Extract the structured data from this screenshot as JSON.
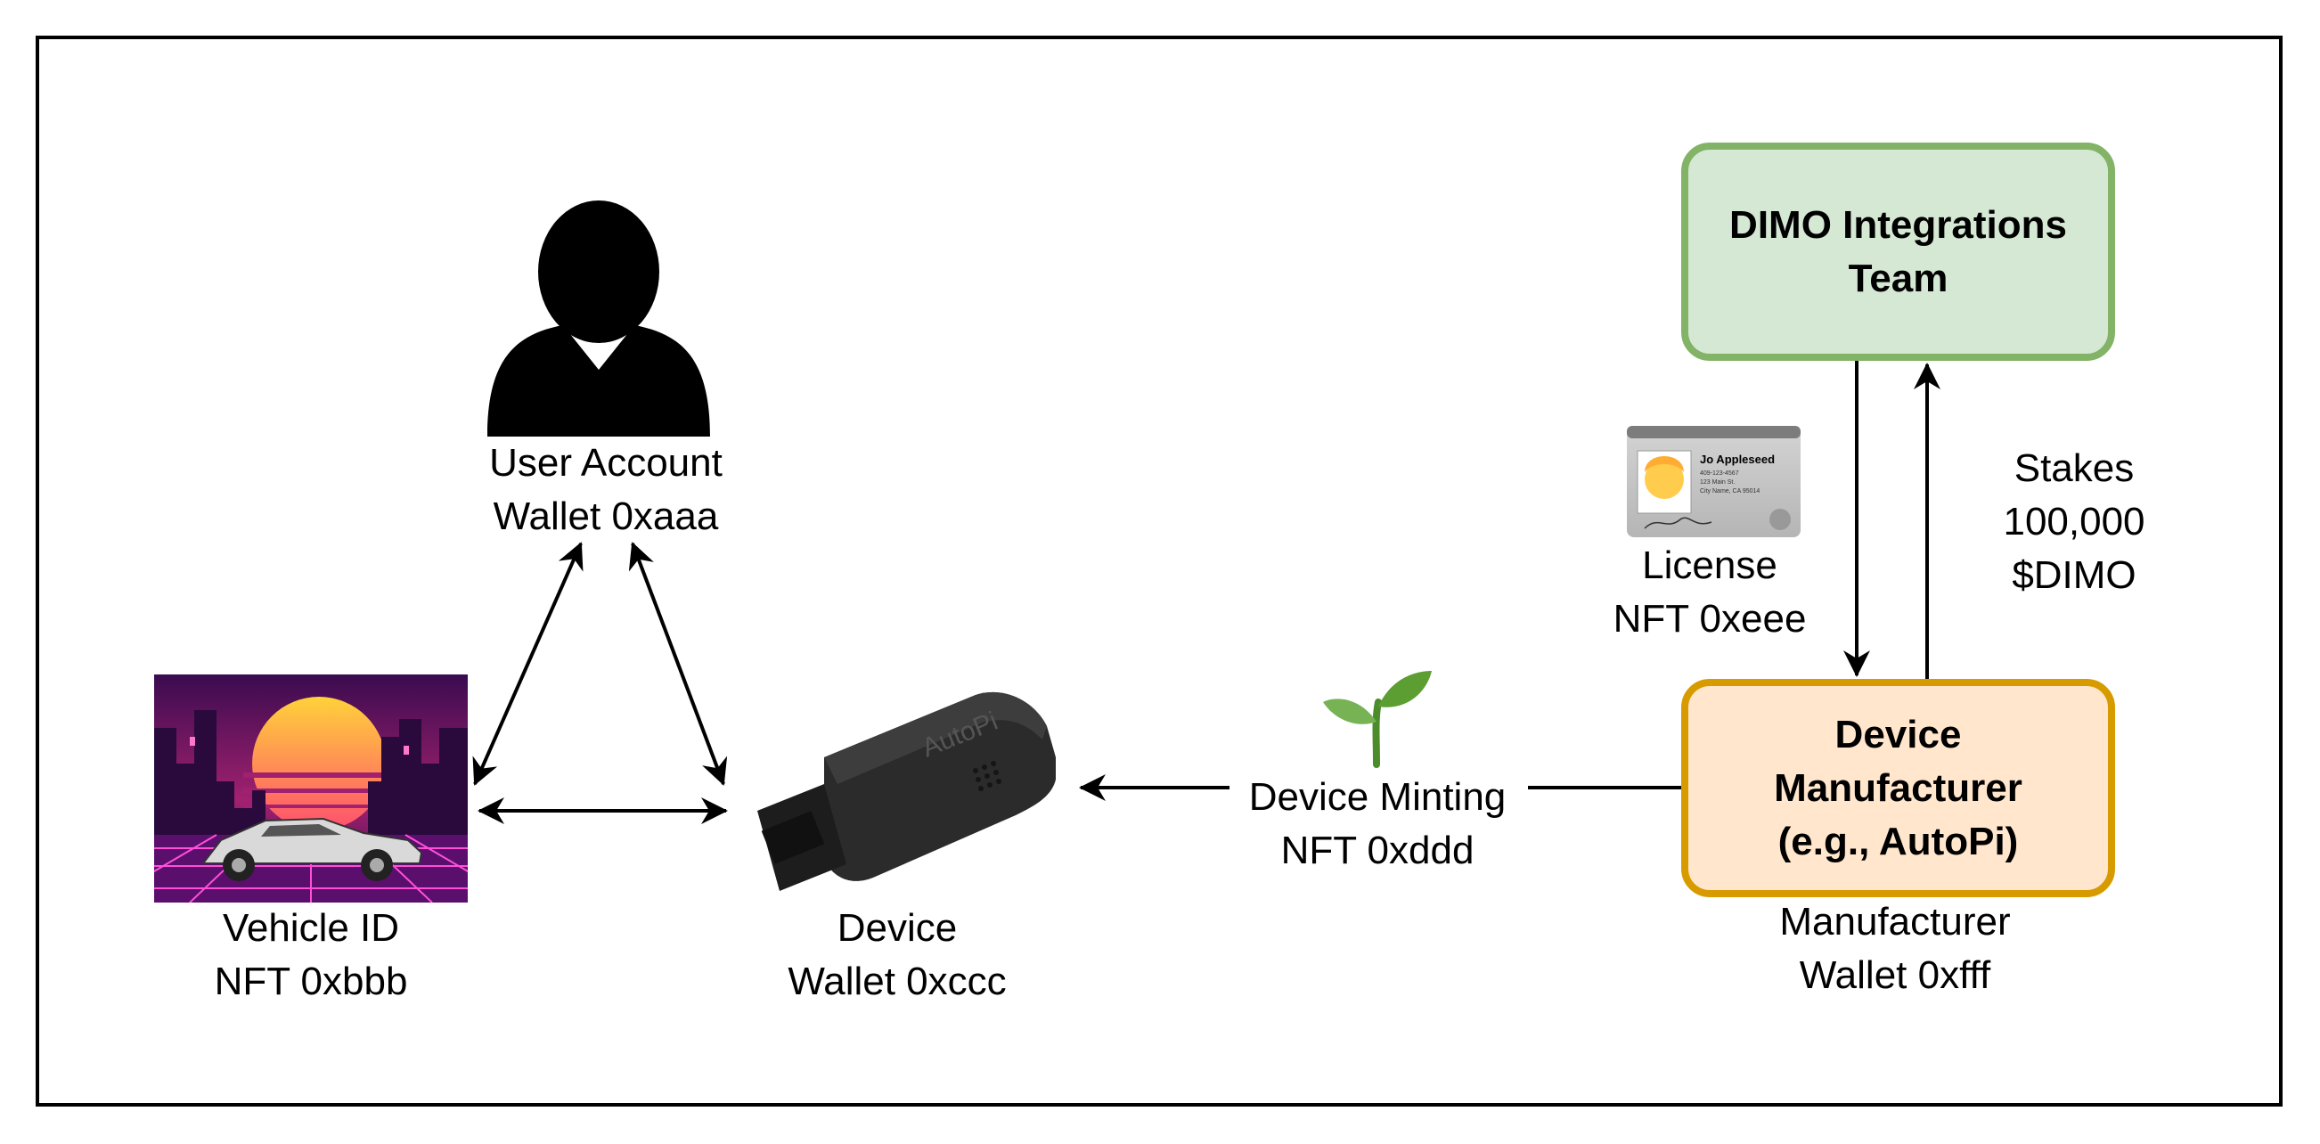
{
  "nodes": {
    "user": {
      "line1": "User Account",
      "line2": "Wallet 0xaaa"
    },
    "vehicle": {
      "line1": "Vehicle ID",
      "line2": "NFT 0xbbb"
    },
    "device": {
      "line1": "Device",
      "line2": "Wallet 0xccc"
    },
    "minting": {
      "line1": "Device Minting",
      "line2": "NFT 0xddd"
    },
    "license": {
      "line1": "License",
      "line2": "NFT 0xeee"
    },
    "stakes": {
      "line1": "Stakes",
      "line2": "100,000",
      "line3": "$DIMO"
    },
    "dimo_team": {
      "line1": "DIMO Integrations",
      "line2": "Team"
    },
    "manufacturer_box": {
      "line1": "Device",
      "line2": "Manufacturer",
      "line3": "(e.g., AutoPi)"
    },
    "manufacturer_wallet": {
      "line1": "Manufacturer",
      "line2": "Wallet 0xfff"
    }
  },
  "license_card": {
    "name": "Jo Appleseed",
    "details": [
      "409-123-4567",
      "123 Main St.",
      "City Name, CA 95014"
    ]
  },
  "device_brand": "AutoPi",
  "icons": {
    "user": "person-silhouette-icon",
    "vehicle": "synthwave-car-image",
    "device": "obd-dongle-icon",
    "minting": "seedling-icon",
    "license": "id-card-icon"
  },
  "colors": {
    "dimo_fill": "#d5e8d4",
    "dimo_stroke": "#82b366",
    "mfr_fill": "#ffe6cc",
    "mfr_stroke": "#d79b00"
  }
}
